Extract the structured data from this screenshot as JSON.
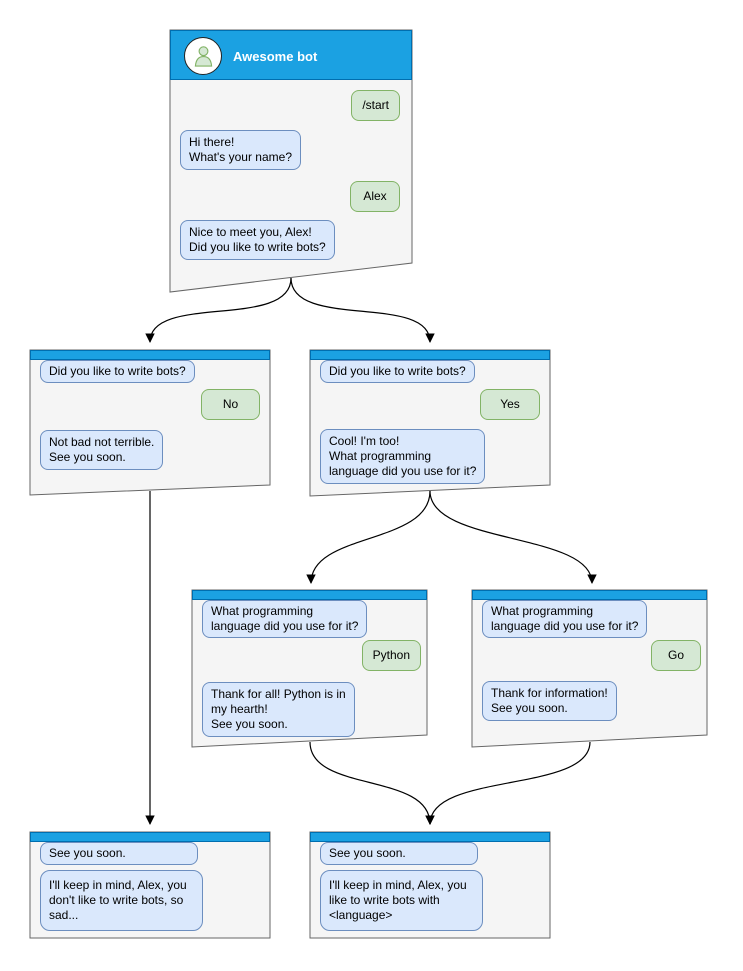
{
  "colors": {
    "header_blue": "#1ba1e2",
    "header_border": "#006eaf",
    "window_fill": "#f5f5f5",
    "window_border": "#666666",
    "bot_bubble_fill": "#dae8fc",
    "bot_bubble_border": "#6c8ebf",
    "user_bubble_fill": "#d5e8d4",
    "user_bubble_border": "#82b366",
    "avatar_fill": "#d5e8d4",
    "avatar_stroke": "#82b366",
    "edge_color": "#000000"
  },
  "windows": [
    {
      "id": "root",
      "title": "Awesome bot",
      "bubbles": [
        {
          "from": "user",
          "text": "/start"
        },
        {
          "from": "bot",
          "text": "Hi there!\nWhat's your name?"
        },
        {
          "from": "user",
          "text": "Alex"
        },
        {
          "from": "bot",
          "text": "Nice to meet you, Alex!\nDid you like to write bots?"
        }
      ]
    },
    {
      "id": "branch-no",
      "bubbles": [
        {
          "from": "bot",
          "text": "Did you like to write bots?"
        },
        {
          "from": "user",
          "text": "No"
        },
        {
          "from": "bot",
          "text": "Not bad not terrible.\nSee you soon."
        }
      ]
    },
    {
      "id": "branch-yes",
      "bubbles": [
        {
          "from": "bot",
          "text": "Did you like to write bots?"
        },
        {
          "from": "user",
          "text": "Yes"
        },
        {
          "from": "bot",
          "text": "Cool! I'm too!\nWhat programming\nlanguage did you use for it?"
        }
      ]
    },
    {
      "id": "branch-python",
      "bubbles": [
        {
          "from": "bot",
          "text": "What programming\nlanguage did you use for it?"
        },
        {
          "from": "user",
          "text": "Python"
        },
        {
          "from": "bot",
          "text": "Thank for all! Python is in\nmy hearth!\nSee you soon."
        }
      ]
    },
    {
      "id": "branch-go",
      "bubbles": [
        {
          "from": "bot",
          "text": "What programming\nlanguage did you use for it?"
        },
        {
          "from": "user",
          "text": "Go"
        },
        {
          "from": "bot",
          "text": "Thank for information!\nSee you soon."
        }
      ]
    },
    {
      "id": "end-no",
      "bubbles": [
        {
          "from": "bot",
          "text": "See you soon."
        },
        {
          "from": "bot",
          "text": "I'll keep in mind, Alex, you\ndon't like to write bots, so\nsad..."
        }
      ]
    },
    {
      "id": "end-yes",
      "bubbles": [
        {
          "from": "bot",
          "text": "See you soon."
        },
        {
          "from": "bot",
          "text": "I'll keep in mind, Alex, you\nlike to write bots with\n<language>"
        }
      ]
    }
  ]
}
